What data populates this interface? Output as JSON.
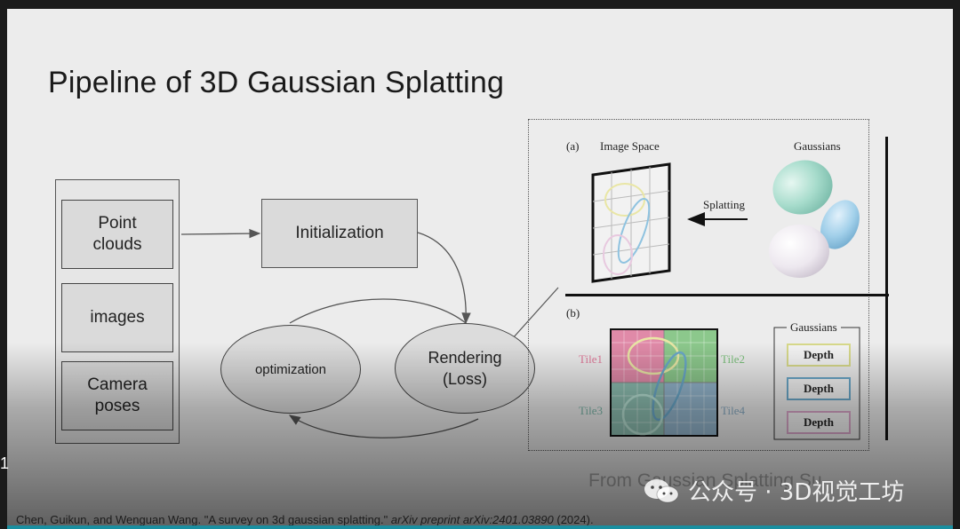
{
  "slide": {
    "title": "Pipeline of 3D Gaussian Splatting"
  },
  "pipeline": {
    "inputs": [
      "Point\nclouds",
      "images",
      "Camera\nposes"
    ],
    "initialization": "Initialization",
    "optimization": "optimization",
    "rendering": "Rendering\n(Loss)"
  },
  "figure": {
    "panel_a": {
      "tag": "(a)",
      "image_space": "Image Space",
      "gaussians": "Gaussians",
      "splatting": "Splatting"
    },
    "panel_b": {
      "tag": "(b)",
      "tiles": [
        "Tile1",
        "Tile2",
        "Tile3",
        "Tile4"
      ],
      "gaussians_legend": "Gaussians",
      "depth_labels": [
        "Depth",
        "Depth",
        "Depth"
      ]
    }
  },
  "footer": {
    "source": "From Gaussian Splatting Su",
    "watermark": "公众号 · 3D视觉工坊",
    "citation_plain": "Chen, Guikun, and Wenguan Wang. \"A survey on 3d gaussian splatting.\"",
    "citation_italic": "arXiv preprint arXiv:2401.03890",
    "citation_year": "(2024).",
    "edge_mark": "1"
  },
  "colors": {
    "tile1": "#e08aa8",
    "tile2": "#8cc88c",
    "tile3": "#8cbdb0",
    "tile4": "#93b5cc",
    "depth1": "#d7d98a",
    "depth2": "#6aa7c8",
    "depth3": "#d9a6c8",
    "accent_bar": "#1a8fa0"
  }
}
